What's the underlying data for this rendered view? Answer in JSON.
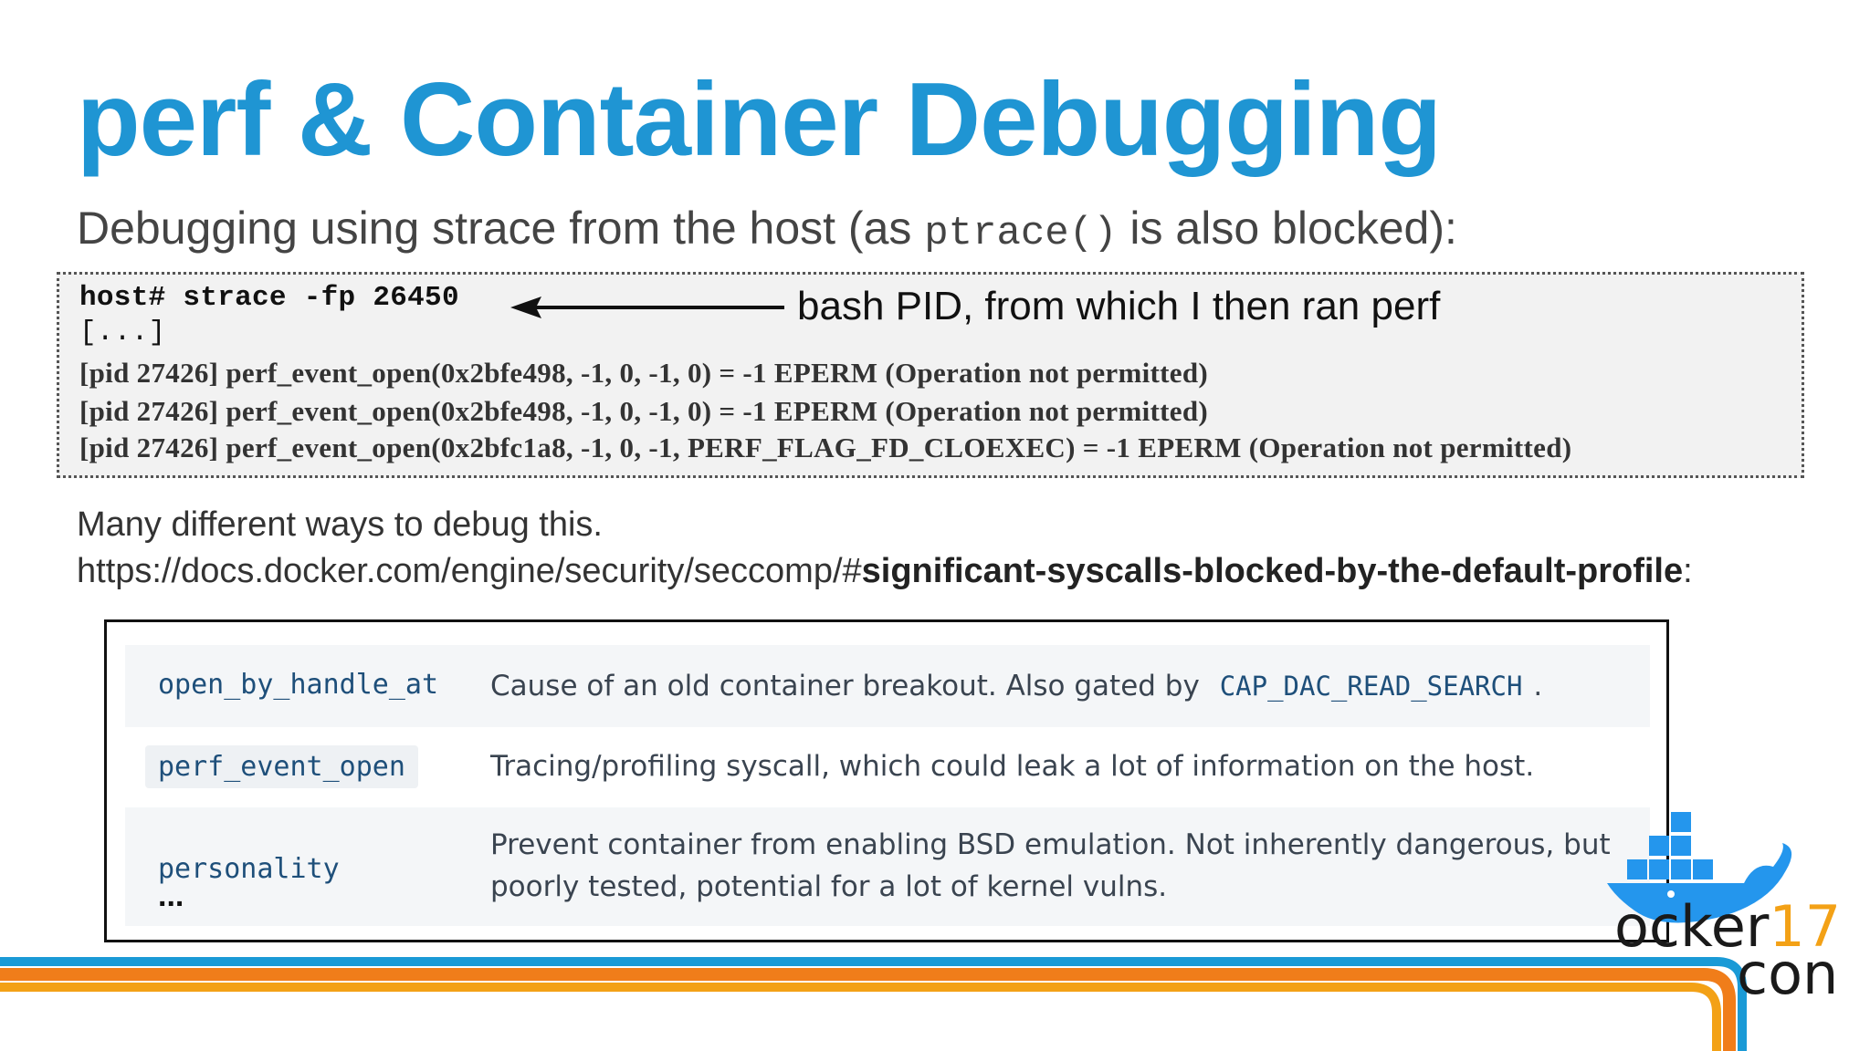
{
  "slide": {
    "title": "perf & Container Debugging",
    "subtitle": {
      "before": "Debugging using strace from the host (as ",
      "code": "ptrace()",
      "after": " is also blocked):"
    }
  },
  "terminal": {
    "command": "host# strace -fp 26450",
    "annotation": "bash PID, from which I then ran perf",
    "lines": [
      "[...]",
      "[pid 27426] perf_event_open(0x2bfe498, -1, 0, -1, 0) = -1 EPERM (Operation not permitted)",
      "[pid 27426] perf_event_open(0x2bfe498, -1, 0, -1, 0) = -1 EPERM (Operation not permitted)",
      "[pid 27426] perf_event_open(0x2bfc1a8, -1, 0, -1, PERF_FLAG_FD_CLOEXEC) = -1 EPERM (Operation not permitted)"
    ]
  },
  "notes": {
    "line1": "Many different ways to debug this.",
    "url_prefix": "https://docs.docker.com/engine/security/seccomp/#",
    "url_bold": "significant-syscalls-blocked-by-the-default-profile",
    "url_suffix": ":",
    "ellipsis": "..."
  },
  "syscall_table": {
    "rows": [
      {
        "syscall": "open_by_handle_at",
        "desc_before": "Cause of an old container breakout. Also gated by ",
        "desc_code": "CAP_DAC_READ_SEARCH",
        "desc_after": "."
      },
      {
        "syscall": "perf_event_open",
        "desc": "Tracing/profiling syscall, which could leak a lot of information on the host."
      },
      {
        "syscall": "personality",
        "desc": "Prevent container from enabling BSD emulation. Not inherently dangerous, but poorly tested, potential for a lot of kernel vulns."
      }
    ],
    "trailing_ellipsis": "..."
  },
  "logo": {
    "text": "ocker",
    "number": "17",
    "sub": "con"
  },
  "colors": {
    "title": "#1f95d3",
    "stripe_blue": "#1a9ad6",
    "stripe_orange": "#f07d1a",
    "stripe_yellow": "#f3a116",
    "logo_whale": "#2496ed"
  }
}
